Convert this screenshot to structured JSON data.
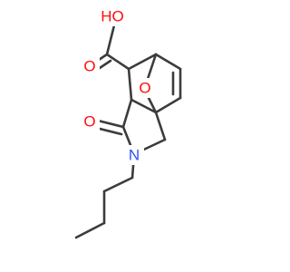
{
  "molecule": {
    "atoms": [
      {
        "id": "ho",
        "label": "HO",
        "color": "#ff0d0d"
      },
      {
        "id": "o_carbonyl_acid",
        "label": "O",
        "color": "#ff0d0d"
      },
      {
        "id": "o_bridge",
        "label": "O",
        "color": "#ff0d0d"
      },
      {
        "id": "o_lactam",
        "label": "O",
        "color": "#ff0d0d"
      },
      {
        "id": "n",
        "label": "N",
        "color": "#3050f8"
      }
    ],
    "bond_color": "#3c3c3c"
  }
}
